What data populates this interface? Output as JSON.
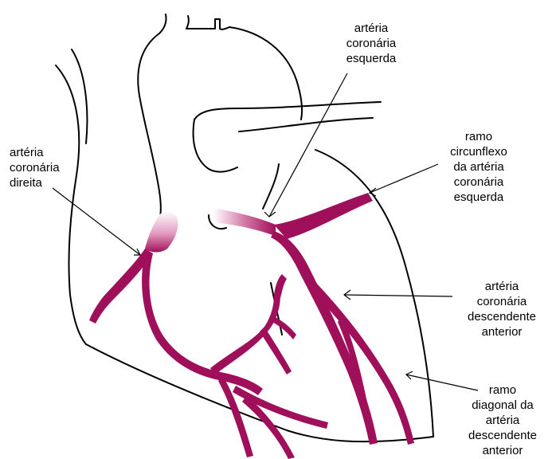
{
  "colors": {
    "vessel": "#a0105a",
    "vessel_light": "#f2c6dc",
    "outline": "#000000",
    "background": "#ffffff"
  },
  "labels": {
    "left_coronary": {
      "lines": [
        "artéria",
        "coronária",
        "esquerda"
      ]
    },
    "right_coronary": {
      "lines": [
        "artéria",
        "coronária",
        "direita"
      ]
    },
    "circumflex": {
      "lines": [
        "ramo",
        "circunflexo",
        "da artéria",
        "coronária",
        "esquerda"
      ]
    },
    "anterior_descending": {
      "lines": [
        "artéria",
        "coronária",
        "descendente",
        "anterior"
      ]
    },
    "diagonal_branch": {
      "lines": [
        "ramo",
        "diagonal da",
        "artéria",
        "descendente",
        "anterior"
      ]
    }
  }
}
